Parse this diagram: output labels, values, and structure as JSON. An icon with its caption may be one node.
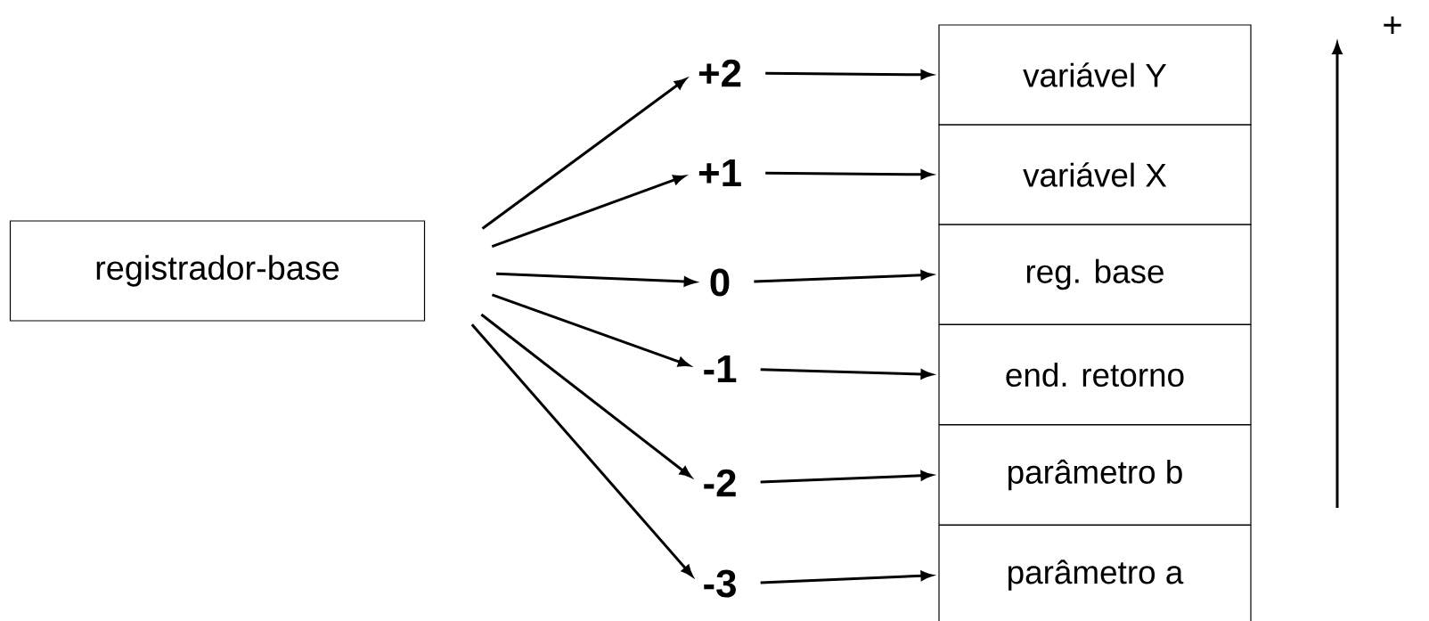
{
  "diagram": {
    "nodes": [
      {
        "text": [
          "registrador-base"
        ]
      },
      {
        "text": [
          "+2"
        ]
      },
      {
        "text": [
          "+1"
        ]
      },
      {
        "text": [
          "0"
        ]
      },
      {
        "text": [
          "-1"
        ]
      },
      {
        "text": [
          "-2"
        ]
      },
      {
        "text": [
          "-3"
        ]
      },
      {
        "text": [
          "variável Y"
        ]
      },
      {
        "text": [
          "variável X"
        ]
      },
      {
        "text": [
          "reg. base"
        ]
      },
      {
        "text": [
          "end. retorno"
        ]
      },
      {
        "text": [
          "parâmetro b"
        ]
      },
      {
        "text": [
          "parâmetro a"
        ]
      }
    ],
    "edges": [
      {
        "from": 0,
        "to": 1,
        "arrow": "to"
      },
      {
        "from": 0,
        "to": 2,
        "arrow": "to"
      },
      {
        "from": 0,
        "to": 3,
        "arrow": "to"
      },
      {
        "from": 0,
        "to": 4,
        "arrow": "to"
      },
      {
        "from": 0,
        "to": 5,
        "arrow": "to"
      },
      {
        "from": 0,
        "to": 6,
        "arrow": "to"
      },
      {
        "from": 1,
        "to": 7,
        "arrow": "to"
      },
      {
        "from": 2,
        "to": 8,
        "arrow": "to"
      },
      {
        "from": 3,
        "to": 9,
        "arrow": "to"
      },
      {
        "from": 4,
        "to": 10,
        "arrow": "to"
      },
      {
        "from": 5,
        "to": 11,
        "arrow": "to"
      },
      {
        "from": 6,
        "to": 12,
        "arrow": "to"
      }
    ],
    "labels": [
      "+"
    ]
  }
}
